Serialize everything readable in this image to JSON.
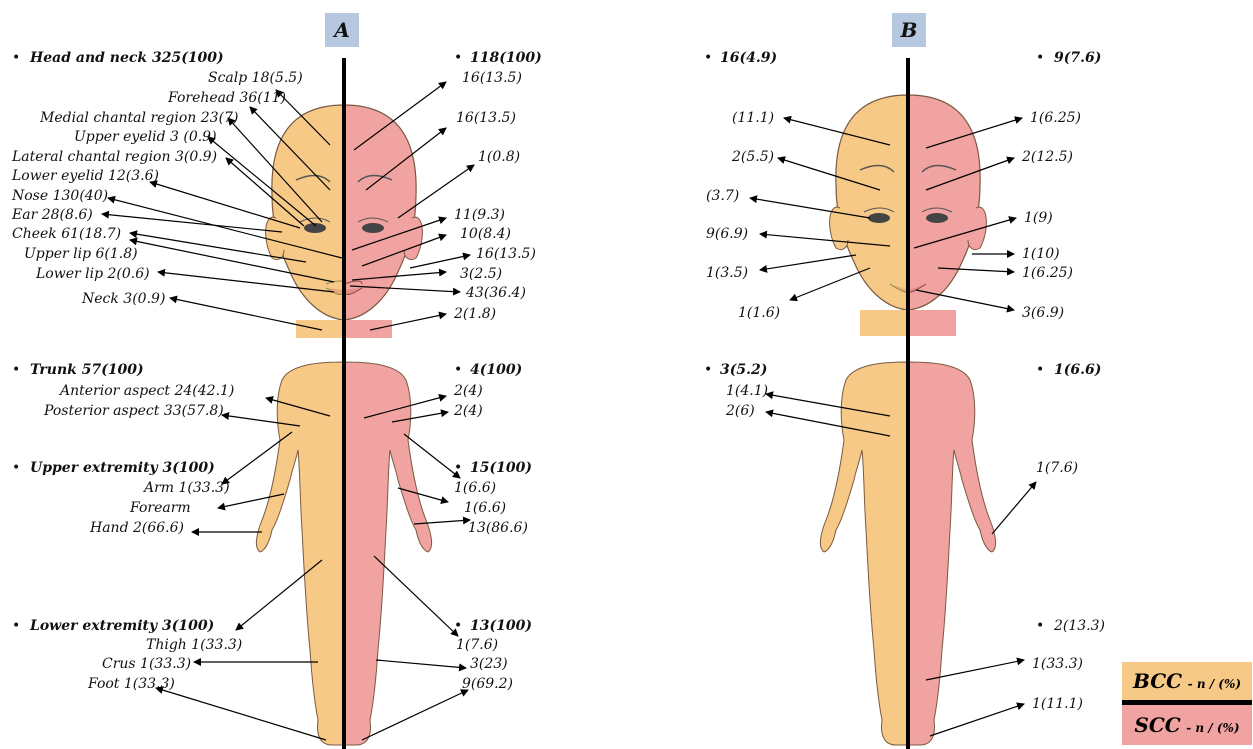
{
  "panels": [
    "A",
    "B"
  ],
  "colors": {
    "bcc": "#f6c987",
    "scc": "#f0a3a0",
    "axis": "#000000",
    "panel_box": "#b6c8df"
  },
  "legend": {
    "bcc": {
      "abbr": "BCC",
      "unit": "- n / (%)"
    },
    "scc": {
      "abbr": "SCC",
      "unit": "- n / (%)"
    }
  },
  "panel_a": {
    "left": {
      "head_header": "Head and neck 325(100)",
      "scalp": "Scalp 18(5.5)",
      "forehead": "Forehead 36(11)",
      "medial_chantal": "Medial chantal region 23(7)",
      "upper_eyelid": "Upper eyelid 3 (0.9)",
      "lateral_chantal": "Lateral chantal region 3(0.9)",
      "lower_eyelid": "Lower eyelid 12(3.6)",
      "nose": "Nose 130(40)",
      "ear": "Ear 28(8.6)",
      "cheek": "Cheek 61(18.7)",
      "upper_lip": "Upper lip 6(1.8)",
      "lower_lip": "Lower lip 2(0.6)",
      "neck": "Neck 3(0.9)",
      "trunk_header": "Trunk 57(100)",
      "anterior": "Anterior aspect 24(42.1)",
      "posterior": "Posterior aspect 33(57.8)",
      "upper_header": "Upper extremity 3(100)",
      "arm": "Arm 1(33.3)",
      "forearm": "Forearm",
      "hand": "Hand 2(66.6)",
      "lower_header": "Lower extremity 3(100)",
      "thigh": "Thigh 1(33.3)",
      "crus": "Crus 1(33.3)",
      "foot": "Foot 1(33.3)"
    },
    "right": {
      "head_header": "118(100)",
      "scalp": "16(13.5)",
      "forehead": "16(13.5)",
      "temple": "1(0.8)",
      "eye": "11(9.3)",
      "ear": "10(8.4)",
      "cheek": "16(13.5)",
      "upper_lip": "3(2.5)",
      "lower_lip": "43(36.4)",
      "neck": "2(1.8)",
      "trunk_header": "4(100)",
      "anterior": "2(4)",
      "posterior": "2(4)",
      "upper_header": "15(100)",
      "arm": "1(6.6)",
      "forearm": "1(6.6)",
      "hand": "13(86.6)",
      "lower_header": "13(100)",
      "thigh": "1(7.6)",
      "crus": "3(23)",
      "foot": "9(69.2)"
    }
  },
  "panel_b": {
    "left": {
      "head_header": "16(4.9)",
      "scalp": "(11.1)",
      "forehead": "2(5.5)",
      "eyelid": "(3.7)",
      "nose": "9(6.9)",
      "cheek": "1(3.5)",
      "chin": "1(1.6)",
      "trunk_header": "3(5.2)",
      "anterior": "1(4.1)",
      "posterior": "2(6)"
    },
    "right": {
      "head_header": "9(7.6)",
      "scalp": "1(6.25)",
      "forehead": "2(12.5)",
      "eye": "1(9)",
      "ear": "1(10)",
      "cheek": "1(6.25)",
      "lip": "3(6.9)",
      "trunk_header": "1(6.6)",
      "hand": "1(7.6)",
      "lower_header": "2(13.3)",
      "crus": "1(33.3)",
      "foot": "1(11.1)"
    }
  }
}
